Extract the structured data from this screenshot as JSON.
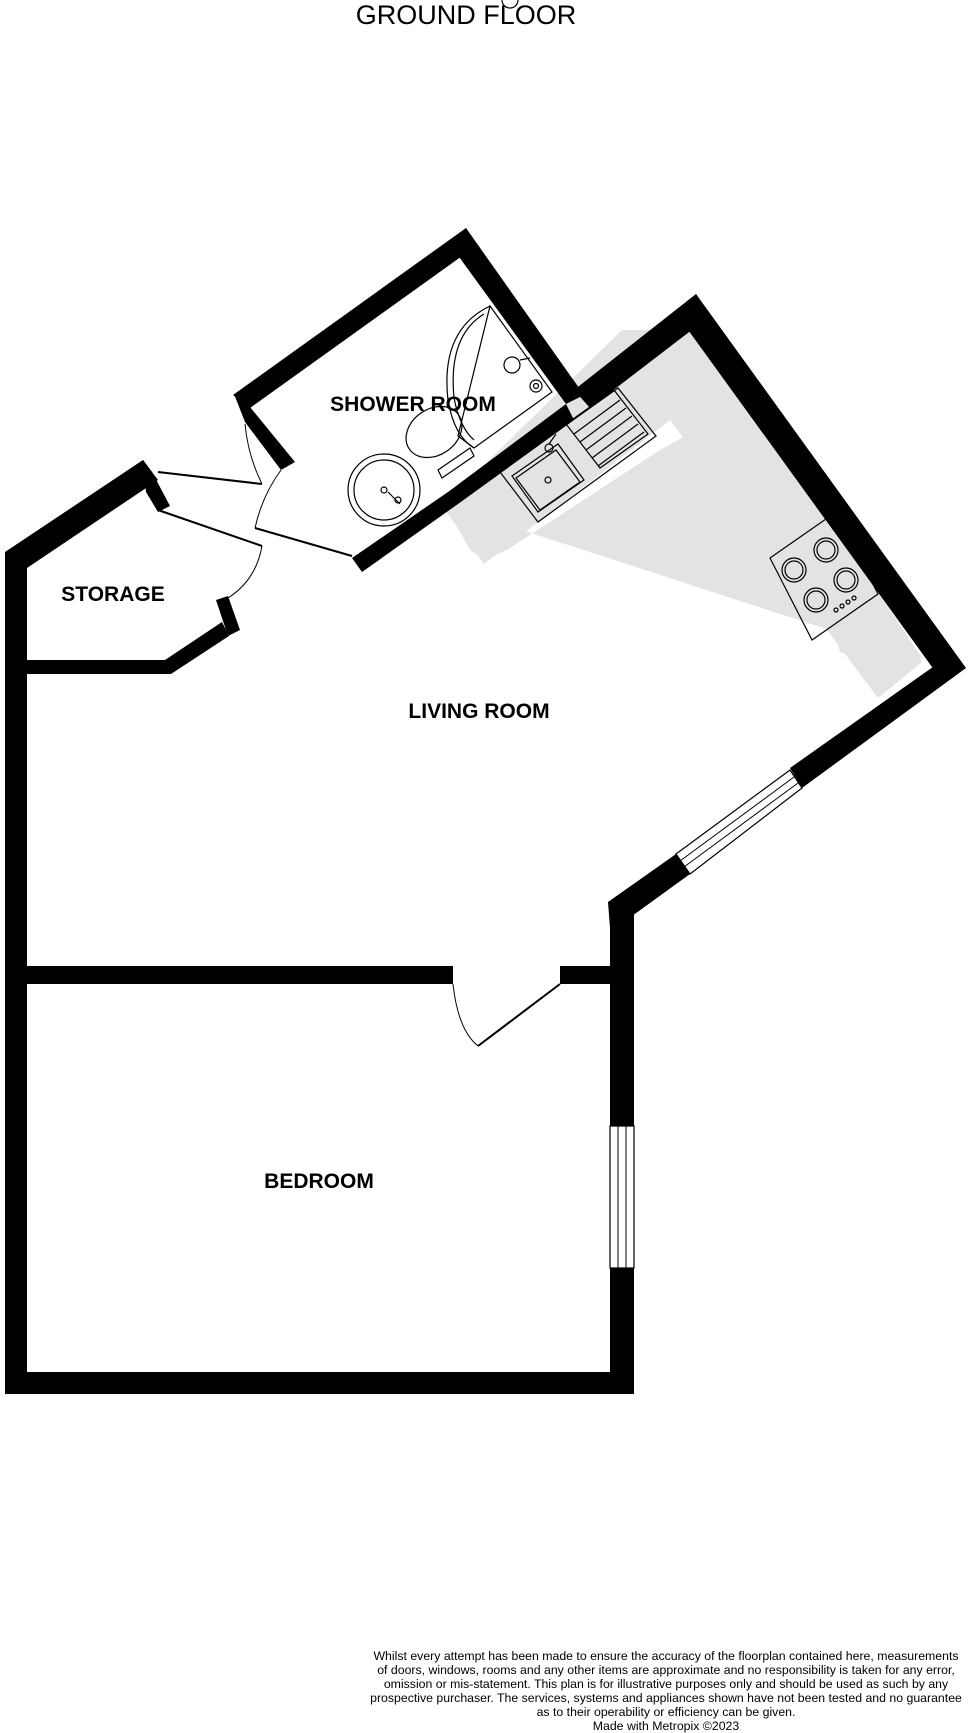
{
  "plan": {
    "title": "GROUND FLOOR",
    "rooms": {
      "shower_room": "SHOWER ROOM",
      "storage": "STORAGE",
      "living_room": "LIVING ROOM",
      "bedroom": "BEDROOM"
    }
  },
  "footer": {
    "disclaimer_lines": [
      "Whilst every attempt has been made to ensure the accuracy of the floorplan contained here, measurements",
      "of doors, windows, rooms and any other items are approximate and no responsibility is taken for any error,",
      "omission or mis-statement. This plan is for illustrative purposes only and should be used as such by any",
      "prospective purchaser. The services, systems and appliances shown have not been tested and no guarantee",
      "as to their operability or efficiency can be given."
    ],
    "credit": "Made with Metropix ©2023"
  }
}
